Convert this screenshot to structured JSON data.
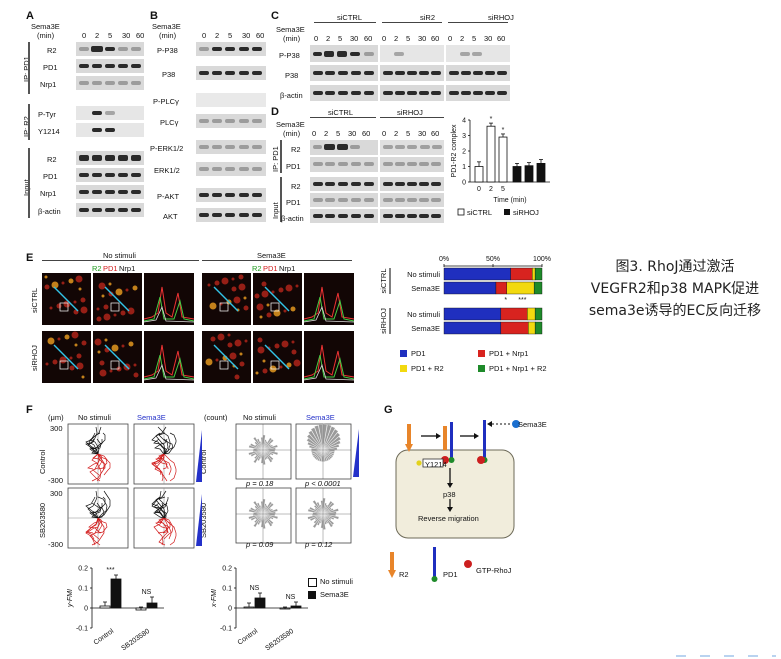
{
  "caption": {
    "line1": "图3. RhoJ通过激活",
    "line2": "VEGFR2和p38 MAPK促进",
    "line3": "sema3e诱导的EC反向迁移"
  },
  "panelA": {
    "label": "A",
    "header": "Sema3E",
    "unit": "(min)",
    "times": [
      "0",
      "2",
      "5",
      "30",
      "60"
    ],
    "groups": [
      "IP: PD1",
      "IP: R2",
      "Input"
    ],
    "rows": [
      "R2",
      "PD1",
      "Nrp1",
      "P-Tyr",
      "Y1214",
      "R2",
      "PD1",
      "Nrp1",
      "β-actin"
    ]
  },
  "panelB": {
    "label": "B",
    "header": "Sema3E",
    "unit": "(min)",
    "times": [
      "0",
      "2",
      "5",
      "30",
      "60"
    ],
    "rows": [
      "P-P38",
      "P38",
      "P-PLCγ",
      "PLCγ",
      "P-ERK1/2",
      "ERK1/2",
      "P-AKT",
      "AKT"
    ]
  },
  "panelC": {
    "label": "C",
    "header": "Sema3E",
    "unit": "(min)",
    "groups": [
      "siCTRL",
      "siR2",
      "siRHOJ"
    ],
    "times": [
      "0",
      "2",
      "5",
      "30",
      "60"
    ],
    "rows": [
      "P-P38",
      "P38",
      "β-actin"
    ]
  },
  "panelD": {
    "label": "D",
    "header": "Sema3E",
    "unit": "(min)",
    "groups": [
      "siCTRL",
      "siRHOJ"
    ],
    "times": [
      "0",
      "2",
      "5",
      "30",
      "60"
    ],
    "ip": "IP: PD1",
    "input": "Input",
    "rows": [
      "R2",
      "PD1",
      "R2",
      "PD1",
      "β-actin"
    ]
  },
  "panelE": {
    "label": "E",
    "conditions": [
      "No stimuli",
      "Sema3E"
    ],
    "channels": [
      "R2",
      "PD1",
      "Nrp1"
    ],
    "channels_b": [
      "R2",
      "PD1",
      "Nrp1"
    ],
    "rows": [
      "siCTRL",
      "siRHOJ"
    ]
  },
  "panelF": {
    "label": "F",
    "unit_um": "(μm)",
    "unit_count": "(count)",
    "conditions": [
      "No stimuli",
      "Sema3E"
    ],
    "conditions_b": [
      "No stimuli",
      "Sema3E"
    ],
    "rows": [
      "Control",
      "SB203580"
    ],
    "rows_b": [
      "Control",
      "SB203580"
    ],
    "tick_top": "300",
    "tick_bot": "-300",
    "tick_top2": "300",
    "tick_bot2": "-300",
    "pvalues": [
      "p = 0.18",
      "p < 0.0001",
      "p = 0.09",
      "p = 0.12"
    ]
  },
  "panelG": {
    "label": "G",
    "sema": "Sema3E",
    "y1214": "Y1214",
    "p38": "p38",
    "reverse": "Reverse migration",
    "legend": [
      "R2",
      "PD1",
      "GTP-RhoJ"
    ]
  },
  "colors": {
    "pd1": "#1f2fbf",
    "pd1_nrp1": "#d8231f",
    "pd1_r2": "#f2d90f",
    "pd1_nrp1_r2": "#1e8a2a",
    "sema_blue": "#2431c9",
    "r2_orange": "#e8852a"
  },
  "chart_data": [
    {
      "type": "bar",
      "title": "",
      "ylabel": "PD1-R2 complex",
      "xlabel": "Time (min)",
      "categories": [
        "0",
        "2",
        "5"
      ],
      "ylim": [
        0,
        4
      ],
      "yticks": [
        "0",
        "1",
        "2",
        "3",
        "4"
      ],
      "series": [
        {
          "name": "siCTRL",
          "values": [
            1.0,
            3.6,
            2.9
          ],
          "errors": [
            0.3,
            0.2,
            0.2
          ]
        },
        {
          "name": "siRHOJ",
          "values": [
            1.0,
            1.05,
            1.2
          ],
          "errors": [
            0.2,
            0.2,
            0.25
          ]
        }
      ],
      "annotations": [
        "*",
        "*"
      ]
    },
    {
      "type": "bar",
      "title": "",
      "orientation": "horizontal",
      "stacked": true,
      "axis_ticks": [
        "0%",
        "50%",
        "100%"
      ],
      "rows_groups": [
        "siCTRL",
        "siRHOJ"
      ],
      "categories": [
        "No stimuli",
        "Sema3E",
        "No stimuli",
        "Sema3E"
      ],
      "series": [
        {
          "name": "PD1",
          "values": [
            0.68,
            0.53,
            0.58,
            0.58
          ]
        },
        {
          "name": "PD1 + Nrp1",
          "values": [
            0.22,
            0.11,
            0.27,
            0.28
          ]
        },
        {
          "name": "PD1 + R2",
          "values": [
            0.03,
            0.28,
            0.08,
            0.07
          ]
        },
        {
          "name": "PD1 + Nrp1 + R2",
          "values": [
            0.07,
            0.08,
            0.07,
            0.07
          ]
        }
      ],
      "annotations": [
        "*",
        "***"
      ]
    },
    {
      "type": "bar",
      "title": "",
      "ylabel": "y-FMI",
      "categories": [
        "Control",
        "SB203580"
      ],
      "ylim": [
        -0.1,
        0.2
      ],
      "yticks": [
        "0.2",
        "0.1",
        "0",
        "-0.1"
      ],
      "series": [
        {
          "name": "No stimuli",
          "values": [
            0.01,
            -0.01
          ],
          "errors": [
            0.02,
            0.015
          ]
        },
        {
          "name": "Sema3E",
          "values": [
            0.145,
            0.025
          ],
          "errors": [
            0.02,
            0.03
          ]
        }
      ],
      "annotations": [
        "***",
        "NS"
      ]
    },
    {
      "type": "bar",
      "title": "",
      "ylabel": "x-FMI",
      "categories": [
        "Control",
        "SB203580"
      ],
      "ylim": [
        -0.1,
        0.2
      ],
      "yticks": [
        "0.2",
        "0.1",
        "0",
        "-0.1"
      ],
      "series": [
        {
          "name": "No stimuli",
          "values": [
            0.005,
            -0.005
          ],
          "errors": [
            0.02,
            0.01
          ]
        },
        {
          "name": "Sema3E",
          "values": [
            0.05,
            0.01
          ],
          "errors": [
            0.025,
            0.02
          ]
        }
      ],
      "annotations": [
        "NS",
        "NS"
      ]
    }
  ]
}
